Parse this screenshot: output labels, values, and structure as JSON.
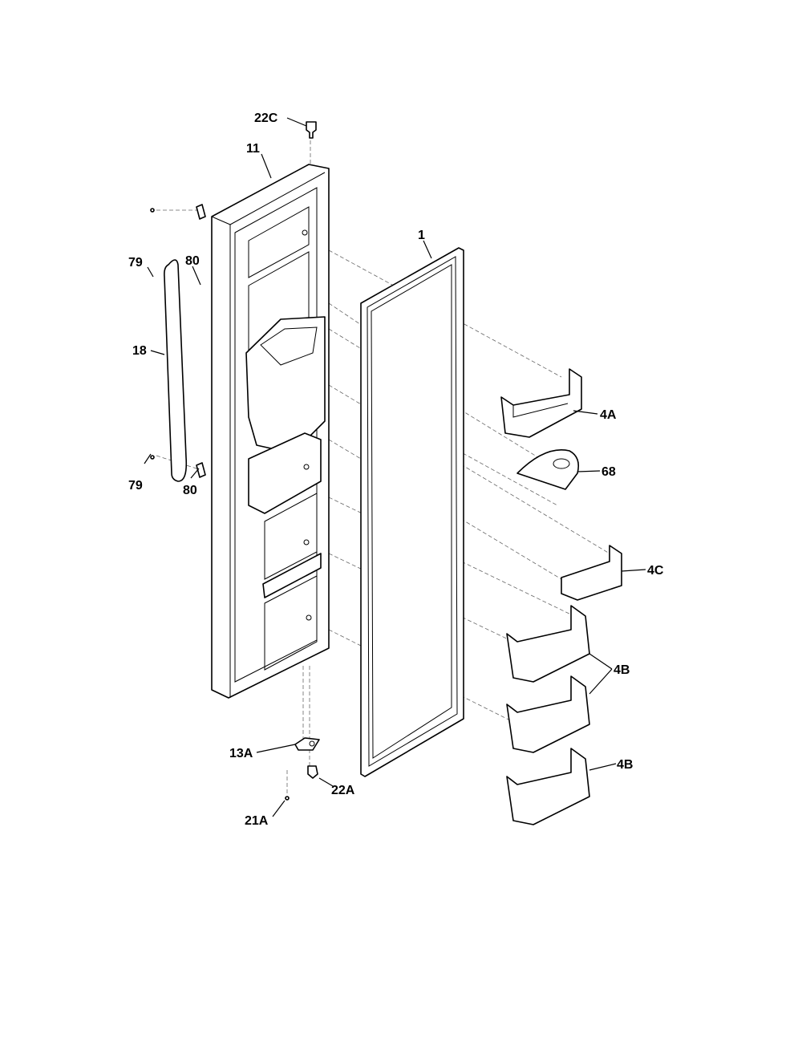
{
  "callouts": {
    "c22C": "22C",
    "c11": "11",
    "c1": "1",
    "c79_top": "79",
    "c80_top": "80",
    "c18": "18",
    "c79_bot": "79",
    "c80_bot": "80",
    "c4A": "4A",
    "c68": "68",
    "c4C": "4C",
    "c4B_1": "4B",
    "c4B_2": "4B",
    "c13A": "13A",
    "c22A": "22A",
    "c21A": "21A"
  }
}
